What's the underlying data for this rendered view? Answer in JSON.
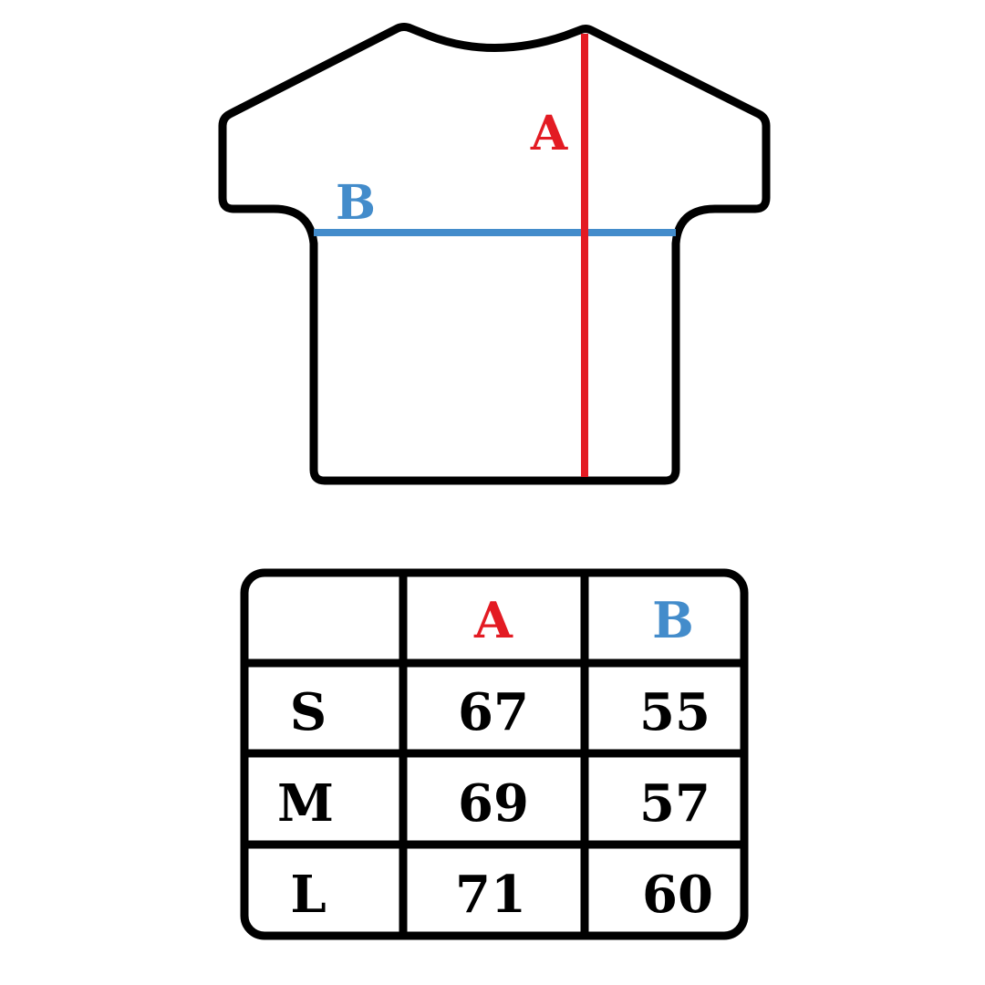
{
  "diagram": {
    "title": "T-shirt size chart",
    "garment": "t-shirt",
    "measurements": [
      {
        "key": "A",
        "label": "A",
        "description": "body length",
        "color": "#e31b23"
      },
      {
        "key": "B",
        "label": "B",
        "description": "chest width",
        "color": "#438ccb"
      }
    ],
    "outline_color": "#000000"
  },
  "table": {
    "corner": "",
    "headers": [
      "A",
      "B"
    ],
    "rows": [
      {
        "size": "S",
        "A": "67",
        "B": "55"
      },
      {
        "size": "M",
        "A": "69",
        "B": "57"
      },
      {
        "size": "L",
        "A": "71",
        "B": "60"
      }
    ]
  }
}
